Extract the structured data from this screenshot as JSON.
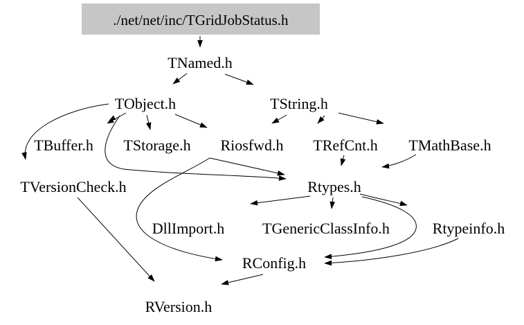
{
  "diagram": {
    "type": "include-dependency-graph",
    "background_color": "#ffffff",
    "edge_color": "#000000",
    "root_box_fill": "#c6c6c6",
    "nodes": {
      "tgridjobstatus": {
        "label": "./net/net/inc/TGridJobStatus.h"
      },
      "tnamed": {
        "label": "TNamed.h"
      },
      "tobject": {
        "label": "TObject.h"
      },
      "tstring": {
        "label": "TString.h"
      },
      "tbuffer": {
        "label": "TBuffer.h"
      },
      "tstorage": {
        "label": "TStorage.h"
      },
      "riosfwd": {
        "label": "Riosfwd.h"
      },
      "trefcnt": {
        "label": "TRefCnt.h"
      },
      "tmathbase": {
        "label": "TMathBase.h"
      },
      "tversioncheck": {
        "label": "TVersionCheck.h"
      },
      "rtypes": {
        "label": "Rtypes.h"
      },
      "dllimport": {
        "label": "DllImport.h"
      },
      "tgenericclassinfo": {
        "label": "TGenericClassInfo.h"
      },
      "rtypeinfo": {
        "label": "Rtypeinfo.h"
      },
      "rconfig": {
        "label": "RConfig.h"
      },
      "rversion": {
        "label": "RVersion.h"
      }
    },
    "edges": [
      {
        "from": "tgridjobstatus",
        "to": "tnamed"
      },
      {
        "from": "tnamed",
        "to": "tobject"
      },
      {
        "from": "tnamed",
        "to": "tstring"
      },
      {
        "from": "tobject",
        "to": "tbuffer"
      },
      {
        "from": "tobject",
        "to": "tstorage"
      },
      {
        "from": "tobject",
        "to": "riosfwd"
      },
      {
        "from": "tobject",
        "to": "tversioncheck"
      },
      {
        "from": "tobject",
        "to": "rtypes"
      },
      {
        "from": "tstring",
        "to": "riosfwd"
      },
      {
        "from": "tstring",
        "to": "trefcnt"
      },
      {
        "from": "tstring",
        "to": "tmathbase"
      },
      {
        "from": "trefcnt",
        "to": "rtypes"
      },
      {
        "from": "tmathbase",
        "to": "rtypes"
      },
      {
        "from": "riosfwd",
        "to": "rtypes"
      },
      {
        "from": "riosfwd",
        "to": "rconfig"
      },
      {
        "from": "rtypes",
        "to": "dllimport"
      },
      {
        "from": "rtypes",
        "to": "tgenericclassinfo"
      },
      {
        "from": "rtypes",
        "to": "rtypeinfo"
      },
      {
        "from": "rtypes",
        "to": "rconfig"
      },
      {
        "from": "rtypeinfo",
        "to": "rconfig"
      },
      {
        "from": "rconfig",
        "to": "rversion"
      },
      {
        "from": "tversioncheck",
        "to": "rversion"
      }
    ]
  }
}
